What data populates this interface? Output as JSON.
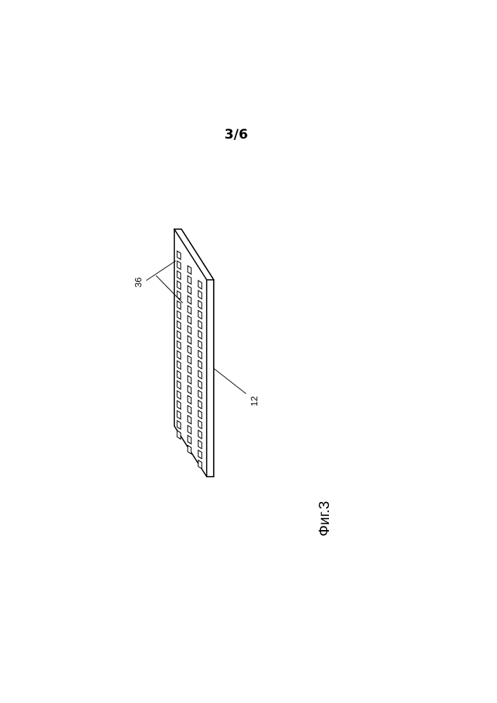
{
  "page_number": "3/6",
  "figure": {
    "caption": "Фиг.3",
    "labels": {
      "cells": "36",
      "plate": "12"
    },
    "grid": {
      "rows": 19,
      "columns": 3
    }
  }
}
